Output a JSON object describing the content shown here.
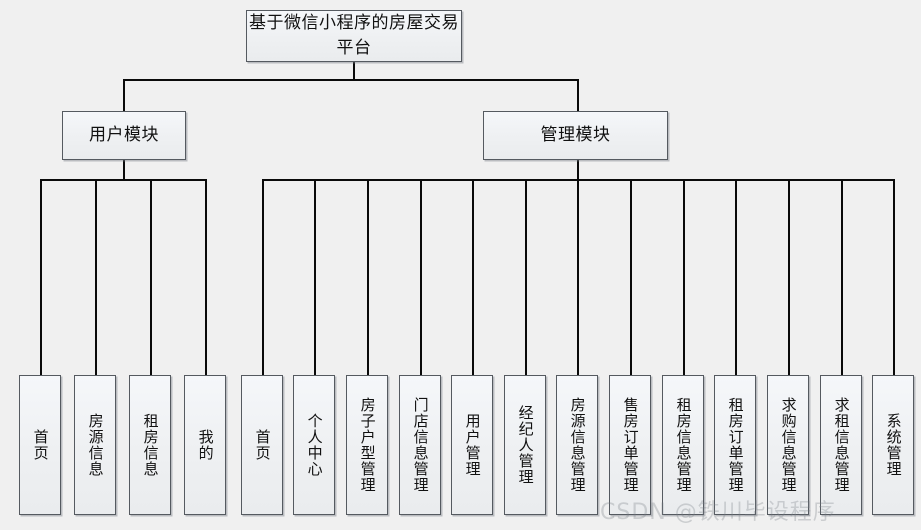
{
  "diagram": {
    "type": "tree",
    "title": "基于微信小程序的房屋交易平台",
    "root": {
      "label": "基于微信小程序的房屋交易平台"
    },
    "modules": [
      {
        "label": "用户模块"
      },
      {
        "label": "管理模块"
      }
    ],
    "user_leaves": [
      {
        "label": "首页"
      },
      {
        "label": "房源信息"
      },
      {
        "label": "租房信息"
      },
      {
        "label": "我的"
      }
    ],
    "admin_leaves": [
      {
        "label": "首页"
      },
      {
        "label": "个人中心"
      },
      {
        "label": "房子户型管理"
      },
      {
        "label": "门店信息管理"
      },
      {
        "label": "用户管理"
      },
      {
        "label": "经纪人管理"
      },
      {
        "label": "房源信息管理"
      },
      {
        "label": "售房订单管理"
      },
      {
        "label": "租房信息管理"
      },
      {
        "label": "租房订单管理"
      },
      {
        "label": "求购信息管理"
      },
      {
        "label": "求租信息管理"
      },
      {
        "label": "系统管理"
      }
    ],
    "watermark": "CSDN @铁川毕设程序",
    "colors": {
      "background": "#f0f0f0",
      "node_fill": "#eef0f2",
      "node_border": "#555a60",
      "line": "#0a0a0a",
      "text": "#111111"
    }
  }
}
